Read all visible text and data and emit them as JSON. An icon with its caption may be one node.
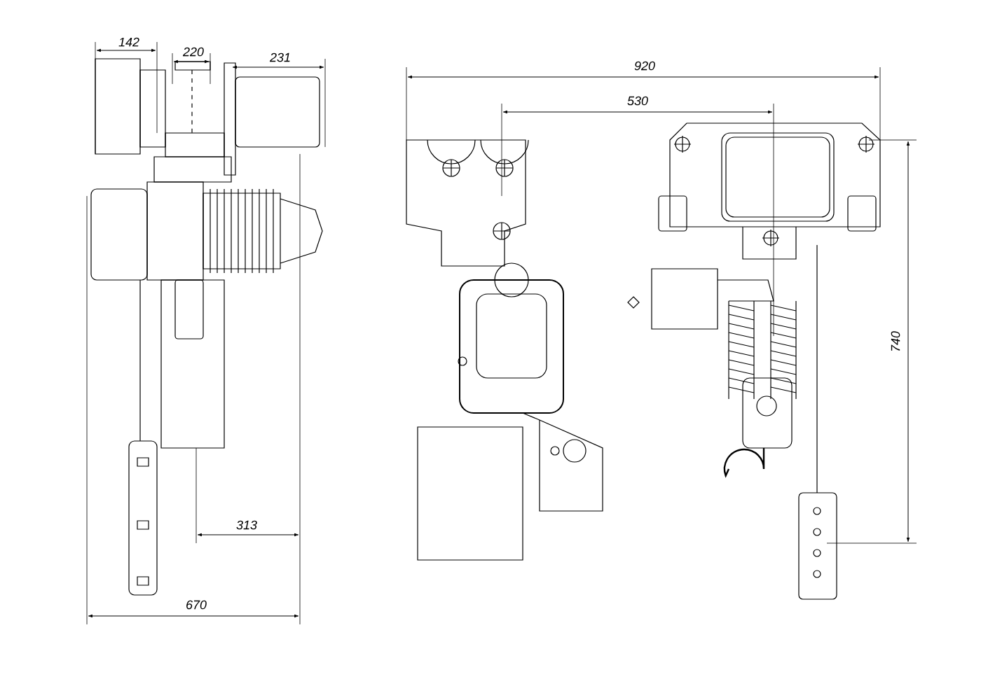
{
  "diagram": {
    "labels": [
      "142",
      "220",
      "231",
      "920",
      "530",
      "740",
      "313",
      "670"
    ]
  }
}
